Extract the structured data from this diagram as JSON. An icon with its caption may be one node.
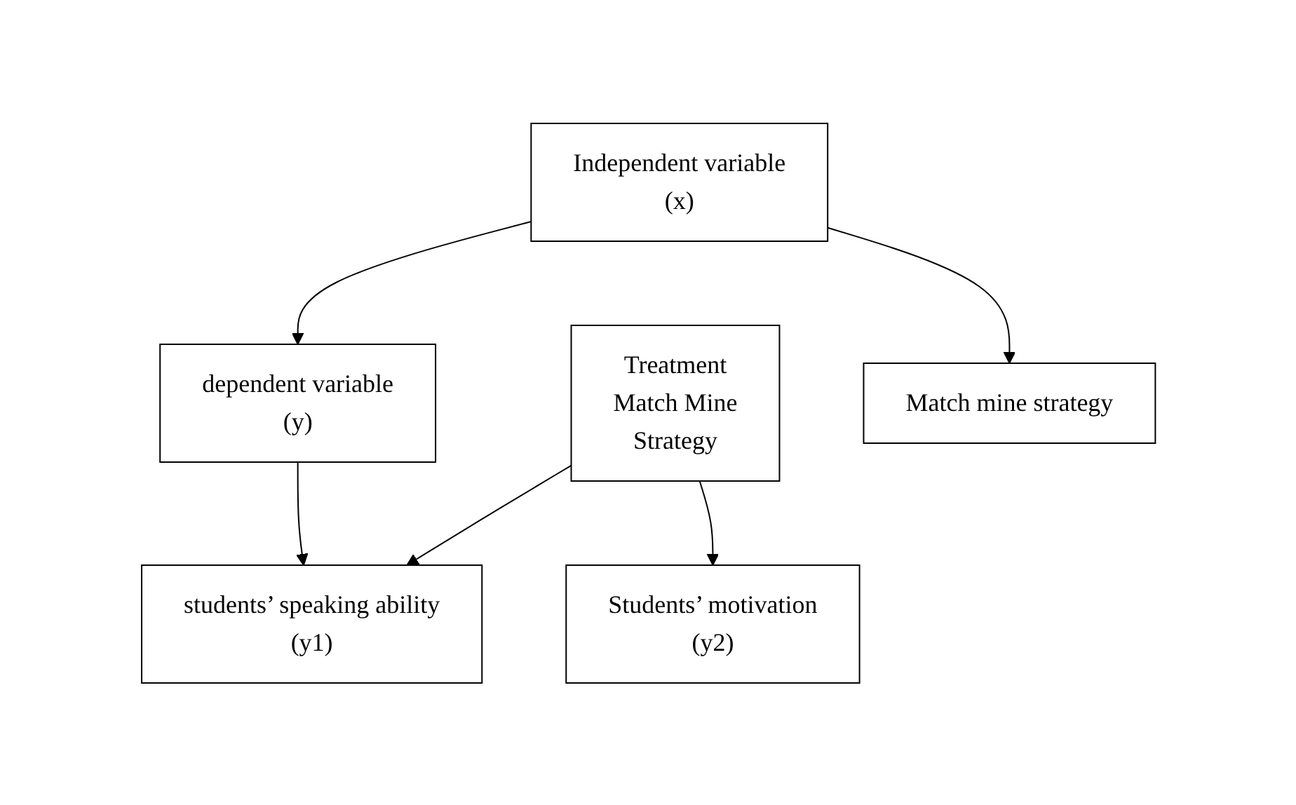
{
  "diagram": {
    "nodes": [
      {
        "text": [
          "Independent variable",
          "(x)"
        ]
      },
      {
        "text": [
          "dependent variable",
          "(y)"
        ]
      },
      {
        "text": [
          "Treatment",
          "Match Mine",
          "Strategy"
        ]
      },
      {
        "text": [
          "students’ speaking ability",
          "(y1)"
        ]
      },
      {
        "text": [
          "Students’ motivation",
          "(y2)"
        ]
      },
      {
        "text": [
          "Match mine strategy"
        ]
      }
    ],
    "edges": [
      {
        "from": 0,
        "to": 1,
        "arrow": "to"
      },
      {
        "from": 0,
        "to": 5,
        "arrow": "to"
      },
      {
        "from": 1,
        "to": 3,
        "arrow": "to"
      },
      {
        "from": 2,
        "to": 3,
        "arrow": "to"
      },
      {
        "from": 2,
        "to": 4,
        "arrow": "to"
      }
    ]
  }
}
